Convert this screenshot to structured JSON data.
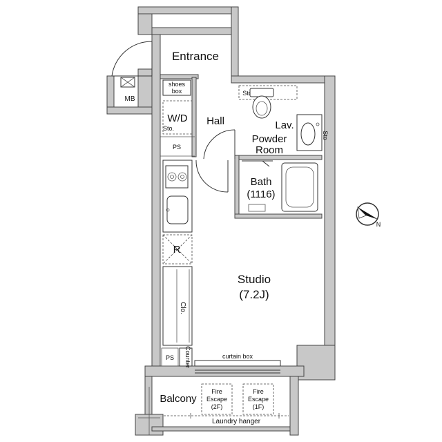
{
  "rooms": {
    "entrance": "Entrance",
    "mb": "MB",
    "shoes_line1": "shoes",
    "shoes_line2": "box",
    "sto_left": "Sto",
    "wd": "W/D",
    "wd_sto": "Sto.",
    "hall": "Hall",
    "ps_top": "PS",
    "lav": "Lav.",
    "powder_line1": "Powder",
    "powder_line2": "Room",
    "sto_right": "Sto",
    "bath": "Bath",
    "bath_size": "(1116)",
    "fridge": "R",
    "closet": "Clo.",
    "studio": "Studio",
    "studio_size": "(7.2J)",
    "ps_bottom": "PS",
    "counter": "Counter",
    "curtain_box": "curtain box",
    "balcony": "Balcony",
    "fire_escape_2f_l1": "Fire",
    "fire_escape_2f_l2": "Escape",
    "fire_escape_2f_l3": "(2F)",
    "fire_escape_1f_l1": "Fire",
    "fire_escape_1f_l2": "Escape",
    "fire_escape_1f_l3": "(1F)",
    "laundry_hanger": "Laundry hanger",
    "compass_n": "N"
  }
}
